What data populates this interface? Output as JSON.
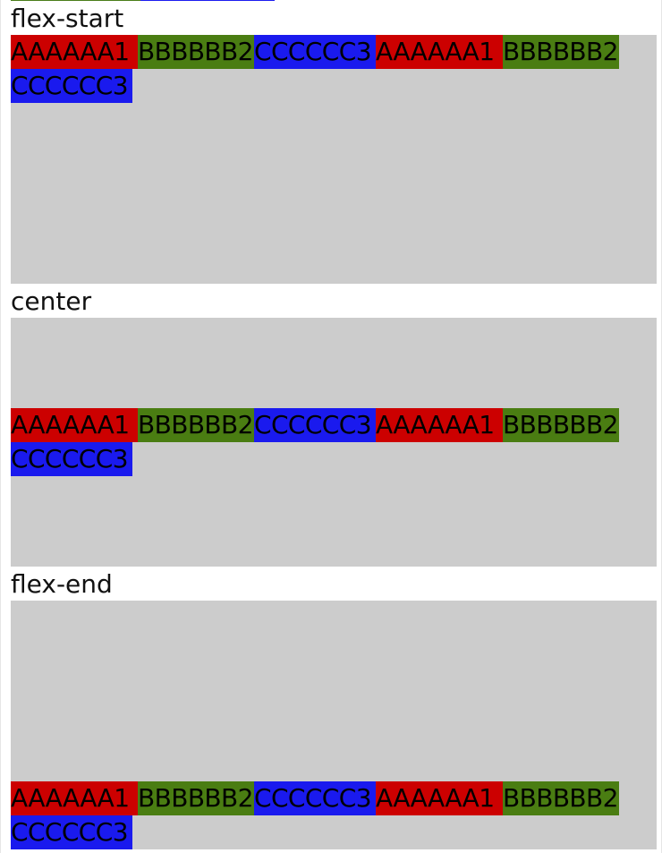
{
  "sections": [
    {
      "title": "flex-start",
      "align": "flex-start"
    },
    {
      "title": "center",
      "align": "center"
    },
    {
      "title": "flex-end",
      "align": "flex-end"
    }
  ],
  "items": [
    "AAAAAA1",
    "BBBBBB2",
    "CCCCCC3",
    "AAAAAA1",
    "BBBBBB2",
    "CCCCCC3"
  ],
  "colors": {
    "item_a": "#cc0000",
    "item_b": "#4a7d12",
    "item_c": "#1a1aee",
    "container_bg": "#cccccc",
    "page_bg": "#ffffff"
  }
}
